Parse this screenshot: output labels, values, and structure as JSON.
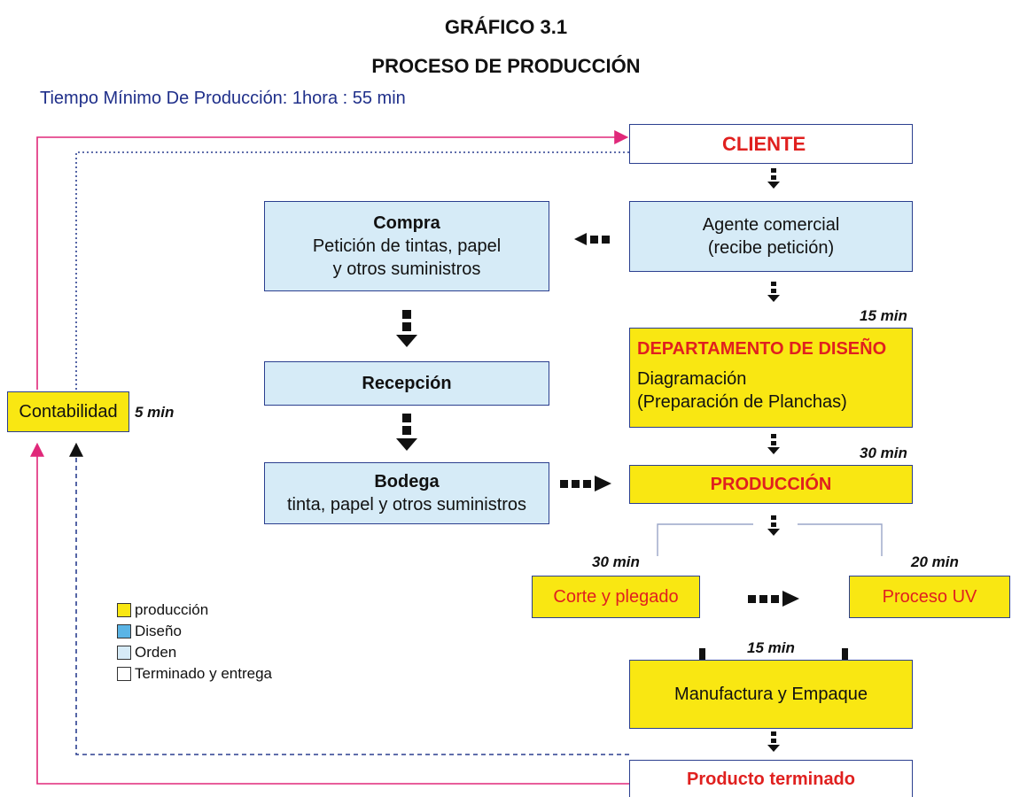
{
  "header": {
    "figure_number": "GRÁFICO 3.1",
    "title": "PROCESO DE PRODUCCIÓN",
    "subtitle": "Tiempo Mínimo De Producción:  1hora : 55 min"
  },
  "nodes": {
    "cliente": "CLIENTE",
    "agente_line1": "Agente comercial",
    "agente_line2": "(recibe petición)",
    "compra_title": "Compra",
    "compra_line1": "Petición de tintas, papel",
    "compra_line2": "y otros suministros",
    "recepcion": "Recepción",
    "bodega_title": "Bodega",
    "bodega_line": "tinta, papel y otros suministros",
    "diseno_title": "DEPARTAMENTO DE DISEÑO",
    "diseno_line1": "Diagramación",
    "diseno_line2": "(Preparación de Planchas)",
    "produccion": "PRODUCCIÓN",
    "corte": "Corte y plegado",
    "uv": "Proceso UV",
    "manufactura": "Manufactura y Empaque",
    "producto": "Producto terminado",
    "contabilidad": "Contabilidad"
  },
  "times": {
    "contabilidad": "5 min",
    "diseno": "15 min",
    "produccion": "30 min",
    "corte": "30 min",
    "uv": "20 min",
    "manufactura": "15 min"
  },
  "legend": [
    {
      "label": "producción",
      "color": "#f9e712"
    },
    {
      "label": "Diseño",
      "color": "#5ab4e5"
    },
    {
      "label": "Orden",
      "color": "#d6ebf7"
    },
    {
      "label": "Terminado y entrega",
      "color": "#ffffff"
    }
  ],
  "colors": {
    "order": "#d6ebf7",
    "production": "#f9e712",
    "accent_red": "#e0201f",
    "feedback_magenta": "#e0287a",
    "feedback_blue": "#2b3f8f",
    "check": "#6aa9e0"
  }
}
